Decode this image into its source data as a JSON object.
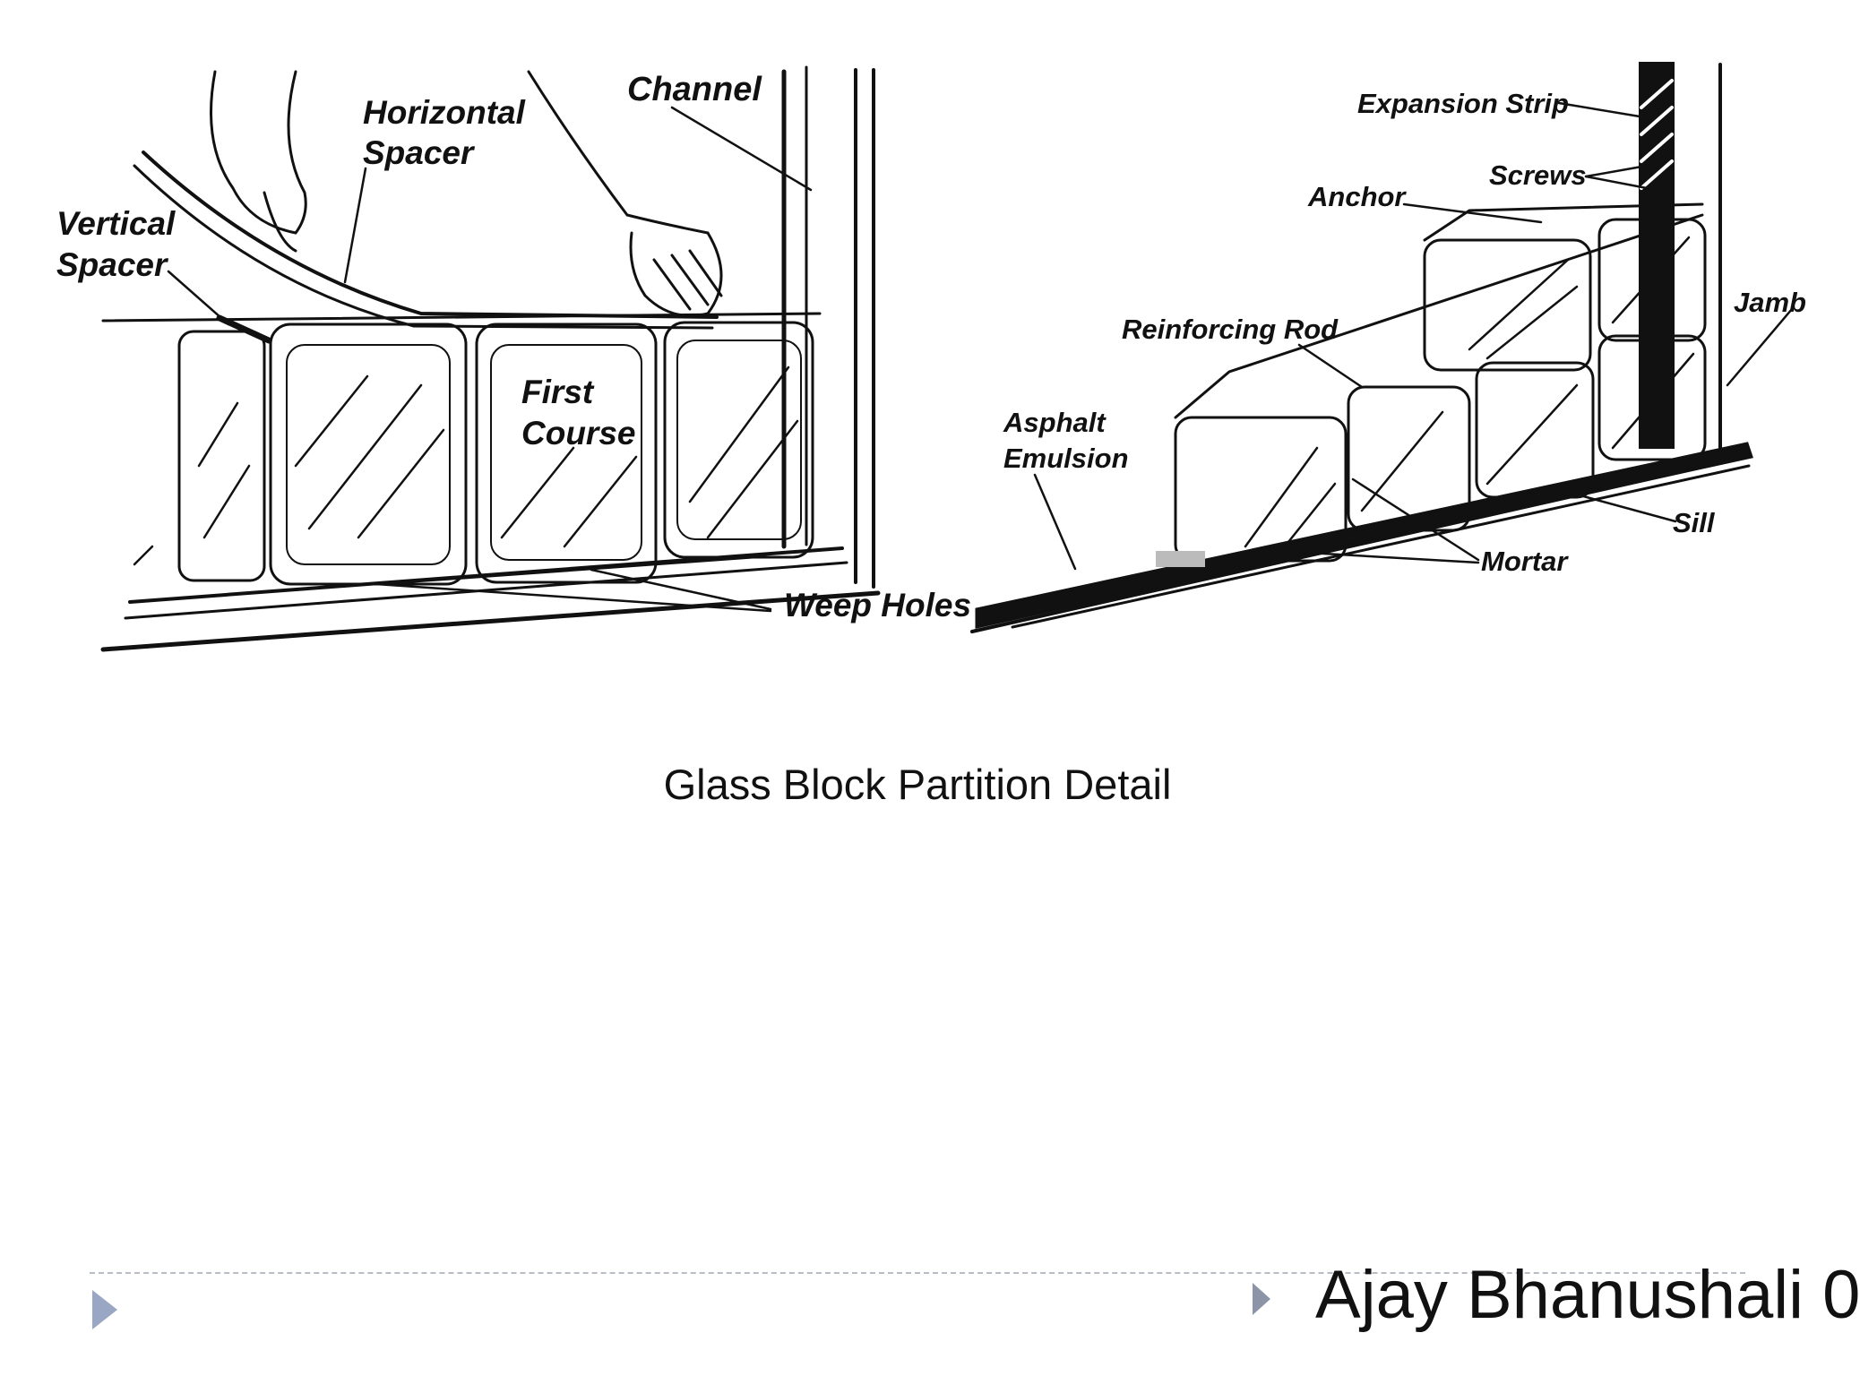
{
  "diagram": {
    "left_panel": {
      "labels": {
        "channel": "Channel",
        "horizontal_spacer_1": "Horizontal",
        "horizontal_spacer_2": "Spacer",
        "vertical_spacer_1": "Vertical",
        "vertical_spacer_2": "Spacer",
        "first_course_1": "First",
        "first_course_2": "Course",
        "weep_holes": "Weep Holes"
      }
    },
    "right_panel": {
      "labels": {
        "expansion_strip": "Expansion Strip",
        "screws": "Screws",
        "anchor": "Anchor",
        "jamb": "Jamb",
        "reinforcing_rod": "Reinforcing Rod",
        "asphalt_emulsion_1": "Asphalt",
        "asphalt_emulsion_2": "Emulsion",
        "sill": "Sill",
        "mortar": "Mortar"
      }
    }
  },
  "caption": "Glass Block Partition Detail",
  "footer": {
    "author": "Ajay Bhanushali 0"
  },
  "colors": {
    "line": "#111111",
    "bullet": "#9aa7c4",
    "rule": "#b8bcc4"
  }
}
